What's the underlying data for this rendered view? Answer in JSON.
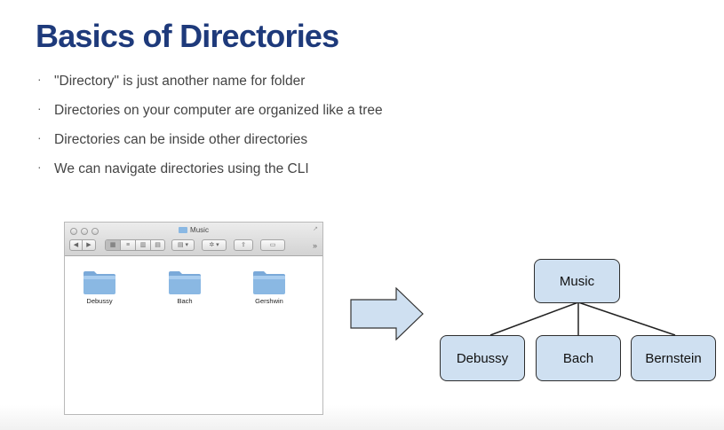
{
  "slide": {
    "title": "Basics of Directories",
    "bullets": [
      "\"Directory\" is just another name for folder",
      "Directories on your computer are organized like a tree",
      "Directories can be inside other directories",
      "We can navigate directories using the CLI"
    ],
    "bullet_marker": "·"
  },
  "finder_window": {
    "title": "Music",
    "more_glyph": "»",
    "resize_glyph": "↗",
    "folders": [
      {
        "label": "Debussy",
        "icon": "folder-icon"
      },
      {
        "label": "Bach",
        "icon": "folder-icon"
      },
      {
        "label": "Gershwin",
        "icon": "folder-icon"
      }
    ]
  },
  "tree": {
    "root": "Music",
    "children": [
      "Debussy",
      "Bach",
      "Bernstein"
    ]
  },
  "colors": {
    "title": "#1e3a7b",
    "node_fill": "#cfe0f1",
    "arrow_fill": "#cfe0f1",
    "folder_blue": "#8ab8e3"
  }
}
